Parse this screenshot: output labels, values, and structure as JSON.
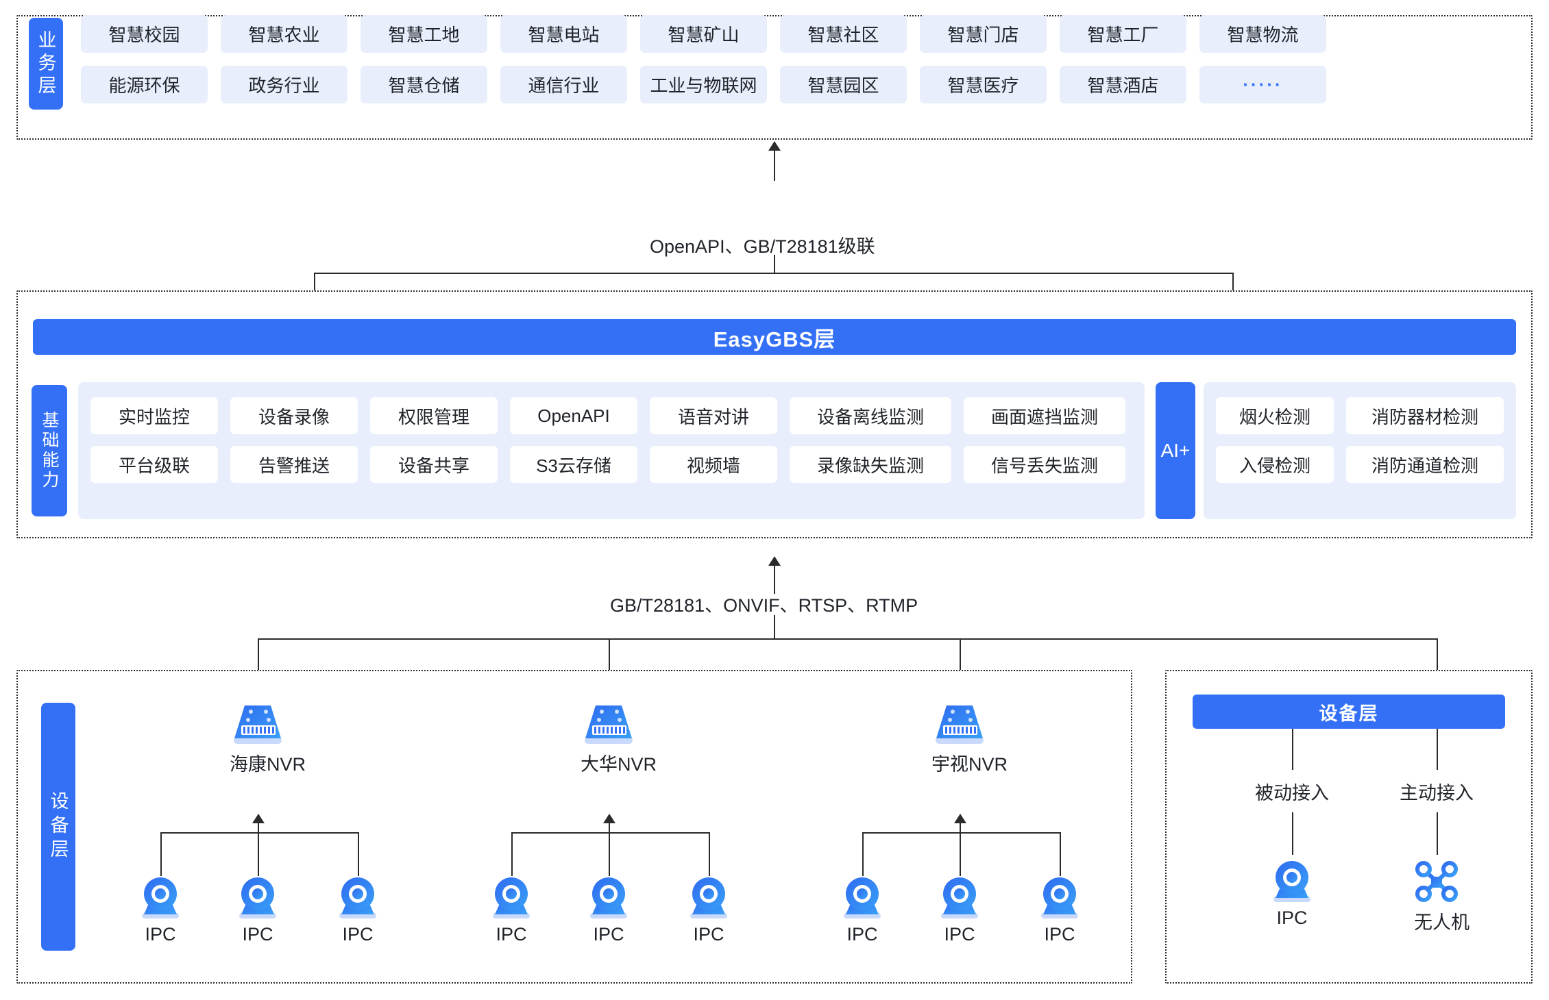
{
  "business_layer": {
    "side_label": "业务层",
    "row1": [
      "智慧校园",
      "智慧农业",
      "智慧工地",
      "智慧电站",
      "智慧矿山",
      "智慧社区",
      "智慧门店",
      "智慧工厂",
      "智慧物流"
    ],
    "row2": [
      "能源环保",
      "政务行业",
      "智慧仓储",
      "通信行业",
      "工业与物联网",
      "智慧园区",
      "智慧医疗",
      "智慧酒店",
      "·····"
    ]
  },
  "connector_top": "OpenAPI、GB/T28181级联",
  "connector_bottom": "GB/T28181、ONVIF、RTSP、RTMP",
  "gbs_layer": {
    "title": "EasyGBS层",
    "capability_side_label": "基础能力",
    "capability_row1": [
      "实时监控",
      "设备录像",
      "权限管理",
      "OpenAPI",
      "语音对讲",
      "设备离线监测",
      "画面遮挡监测"
    ],
    "capability_row2": [
      "平台级联",
      "告警推送",
      "设备共享",
      "S3云存储",
      "视频墙",
      "录像缺失监测",
      "信号丢失监测"
    ],
    "ai_label": "AI+",
    "ai_row1": [
      "烟火检测",
      "消防器材检测"
    ],
    "ai_row2": [
      "入侵检测",
      "消防通道检测"
    ]
  },
  "device_layer": {
    "side_label": "设备层",
    "nvr_groups": [
      {
        "nvr_label": "海康NVR",
        "cameras": [
          "IPC",
          "IPC",
          "IPC"
        ]
      },
      {
        "nvr_label": "大华NVR",
        "cameras": [
          "IPC",
          "IPC",
          "IPC"
        ]
      },
      {
        "nvr_label": "宇视NVR",
        "cameras": [
          "IPC",
          "IPC",
          "IPC"
        ]
      }
    ],
    "right_title": "设备层",
    "right_branches": [
      {
        "mode": "被动接入",
        "device": "IPC"
      },
      {
        "mode": "主动接入",
        "device": "无人机"
      }
    ]
  },
  "colors": {
    "brand_blue": "#3370f6",
    "chip_bg": "#e8eefc",
    "line": "#2b2b2b",
    "text": "#1f2329"
  },
  "icons": {
    "nvr": "nvr-icon",
    "camera": "camera-icon",
    "drone": "drone-icon"
  }
}
